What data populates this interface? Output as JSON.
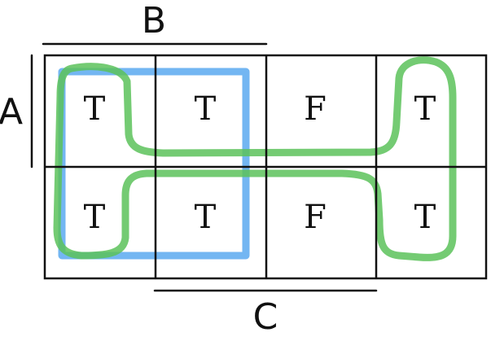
{
  "variables": {
    "top": "B",
    "left": "A",
    "bottom": "C"
  },
  "cells": [
    [
      "T",
      "T",
      "F",
      "T"
    ],
    [
      "T",
      "T",
      "F",
      "T"
    ]
  ],
  "colors": {
    "grid": "#111111",
    "group_blue": "#5aa9f0",
    "group_green": "#5cc25a"
  }
}
